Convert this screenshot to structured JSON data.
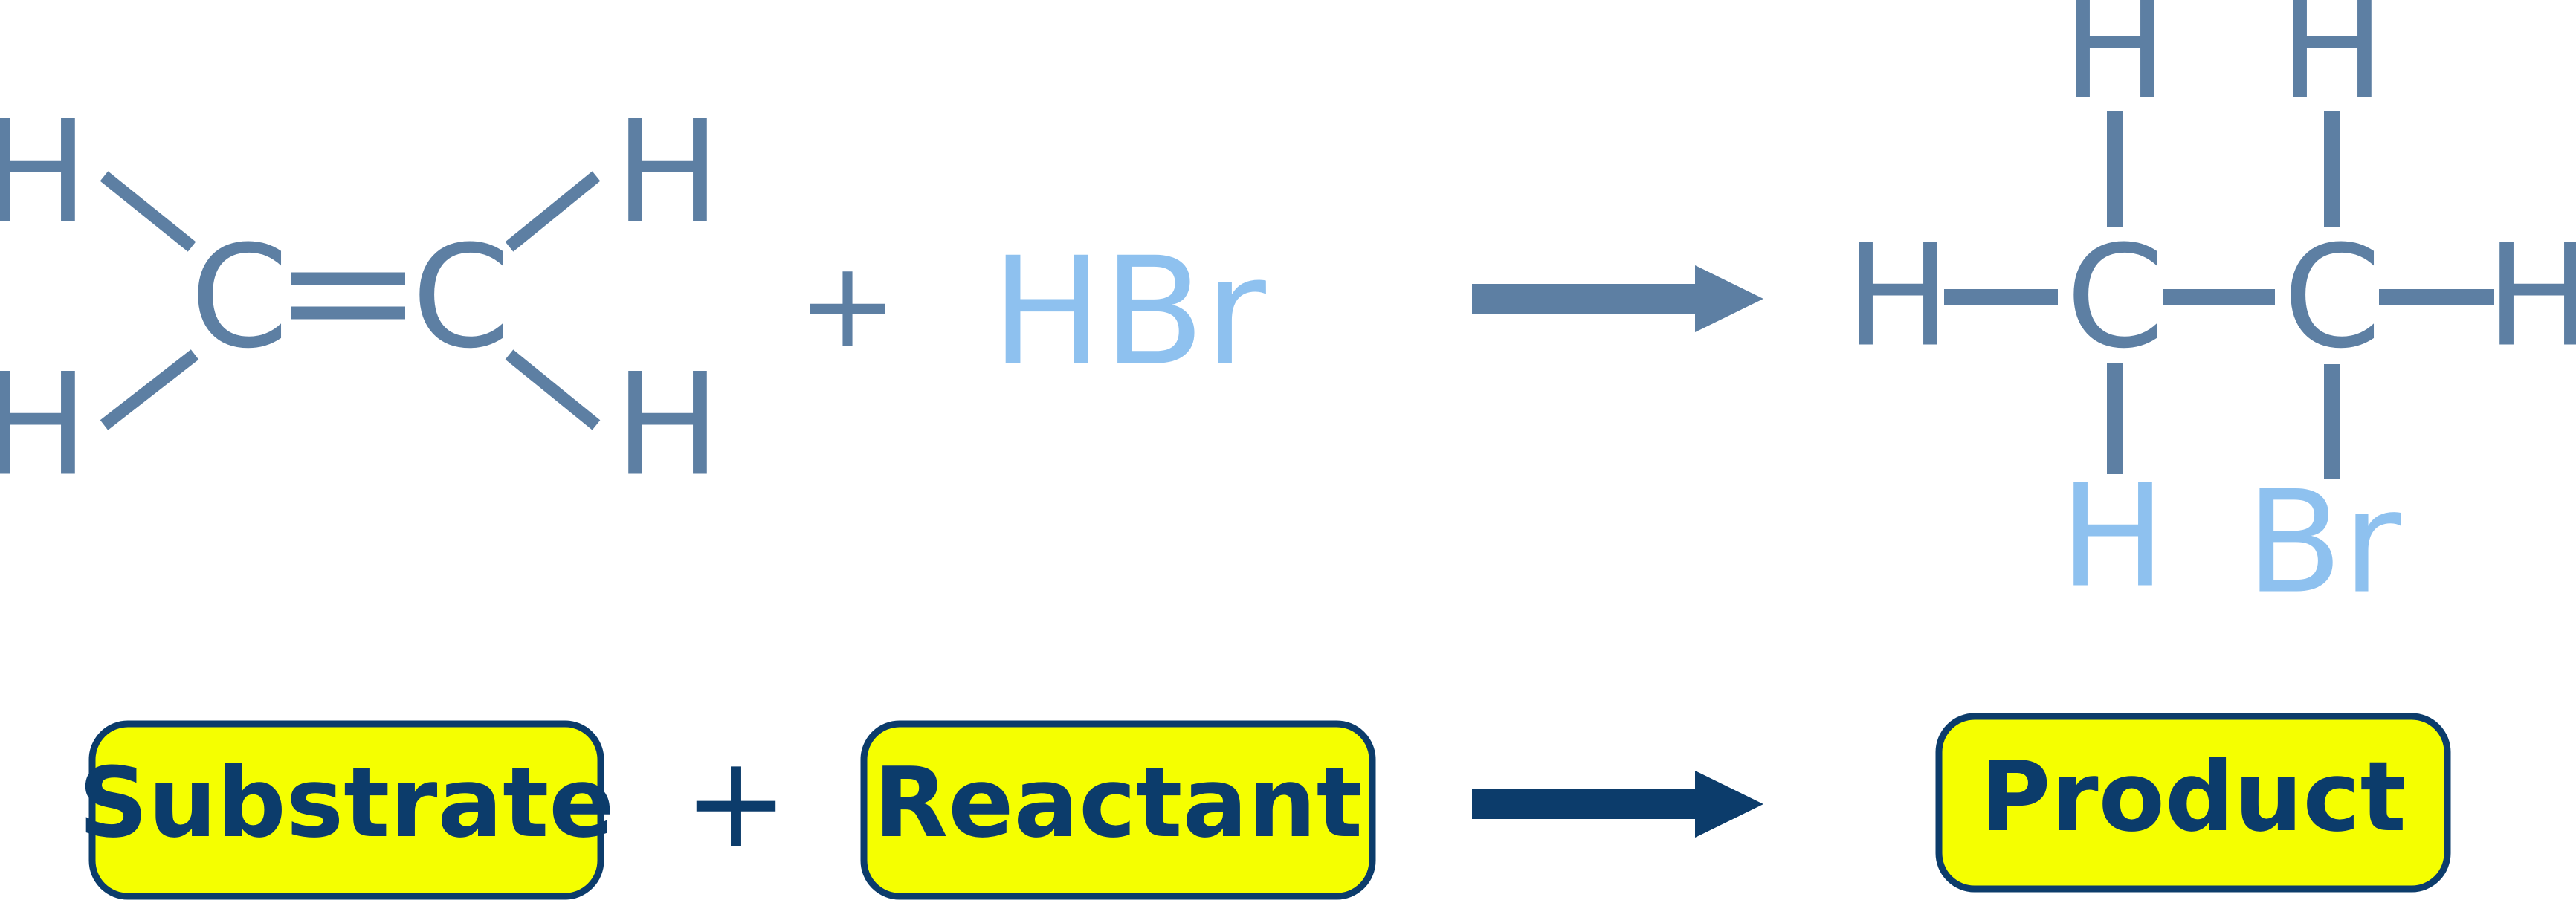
{
  "colors": {
    "bond": "#5d7fa3",
    "atom": "#5d7fa3",
    "highlight": "#8ec1ef",
    "box_fill": "#f5ff00",
    "box_border": "#0c3c6b",
    "box_text": "#0c3c6b",
    "arrow_top": "#5d7fa3",
    "arrow_bottom": "#0c3c6b"
  },
  "reaction": {
    "substrate": {
      "carbons": [
        "C",
        "C"
      ],
      "hydrogens": [
        "H",
        "H",
        "H",
        "H"
      ]
    },
    "plus": "+",
    "reactant": "HBr",
    "product": {
      "carbons": [
        "C",
        "C"
      ],
      "hydrogens": [
        "H",
        "H",
        "H",
        "H",
        "H"
      ],
      "bromine": "Br"
    }
  },
  "scheme": {
    "substrate_label": "Substrate",
    "plus": "+",
    "reactant_label": "Reactant",
    "product_label": "Product"
  }
}
